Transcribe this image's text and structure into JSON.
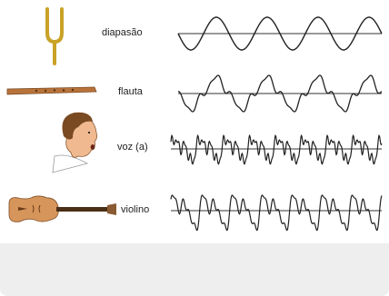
{
  "figure": {
    "rows": [
      {
        "id": "diapasao",
        "label": "diapasão",
        "instrument": "tuning-fork-icon",
        "wave": "pure-sine"
      },
      {
        "id": "flauta",
        "label": "flauta",
        "instrument": "flute-icon",
        "wave": "sine-with-harmonics"
      },
      {
        "id": "voz",
        "label": "voz (a)",
        "instrument": "face-singing-icon",
        "wave": "complex-vowel"
      },
      {
        "id": "violino",
        "label": "violino",
        "instrument": "violin-icon",
        "wave": "complex-string"
      }
    ]
  },
  "colors": {
    "wave": "#222222",
    "axis": "#333333",
    "fork": "#c9a227",
    "flute": "#b8733b",
    "violin": "#d6955a",
    "skin": "#f0b990",
    "hair": "#7a4a22",
    "footer": "#eeeeef"
  }
}
